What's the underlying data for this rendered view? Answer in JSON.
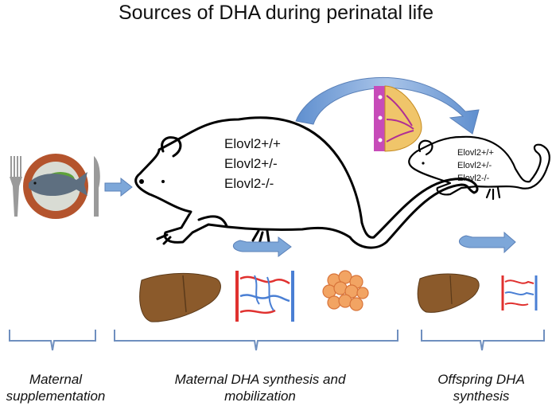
{
  "title": "Sources of DHA during perinatal life",
  "mother_genotypes": [
    "Elovl2+/+",
    "Elovl2+/-",
    "Elovl2-/-"
  ],
  "offspring_genotypes": [
    "Elovl2+/+",
    "Elovl2+/-",
    "Elovl2-/-"
  ],
  "captions": {
    "maternal_supplementation": [
      "Maternal",
      "supplementation"
    ],
    "maternal_synthesis": [
      "Maternal DHA synthesis and",
      "mobilization"
    ],
    "offspring_synthesis": [
      "Offspring DHA",
      "synthesis"
    ]
  },
  "colors": {
    "arrow_blue": "#7da7d9",
    "liver": "#8b5a2b",
    "artery": "#e0312f",
    "vein": "#4a7fd4",
    "adipose": "#f2a463",
    "plate": "#b4542d",
    "bracket": "#6f8fbf"
  },
  "icons": [
    "fork-icon",
    "knife-icon",
    "fish-plate-icon",
    "mouse-icon",
    "breast-icon",
    "liver-icon",
    "blood-vessels-icon",
    "adipose-tissue-icon"
  ]
}
